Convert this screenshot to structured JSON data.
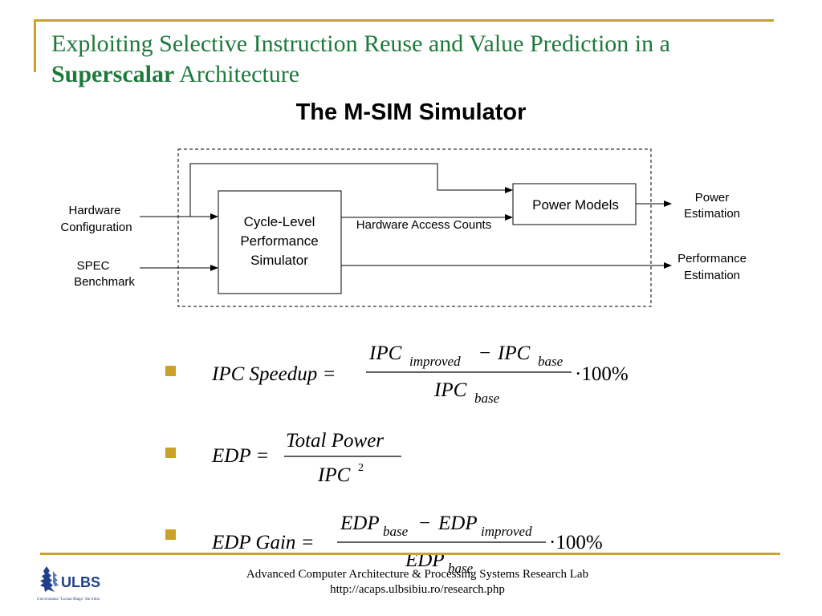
{
  "title": {
    "line1": "Exploiting Selective Instruction Reuse and Value Prediction in a",
    "line2_bold": "Superscalar",
    "line2_rest": " Architecture"
  },
  "subtitle": "The M-SIM Simulator",
  "diagram": {
    "inputs": {
      "hardware_config": [
        "Hardware",
        "Configuration"
      ],
      "spec_benchmark": [
        "SPEC",
        "Benchmark"
      ]
    },
    "simulator_box": [
      "Cycle-Level",
      "Performance",
      "Simulator"
    ],
    "power_box": "Power Models",
    "edge_label": "Hardware Access Counts",
    "outputs": {
      "power": [
        "Power",
        "Estimation"
      ],
      "performance": [
        "Performance",
        "Estimation"
      ]
    }
  },
  "formulas": {
    "ipc_speedup": {
      "lhs": "IPC Speedup =",
      "num_a": "IPC",
      "num_a_sub": "improved",
      "minus": "−",
      "num_b": "IPC",
      "num_b_sub": "base",
      "den": "IPC",
      "den_sub": "base",
      "factor": "·100%"
    },
    "edp": {
      "lhs": "EDP =",
      "num": "Total Power",
      "den": "IPC",
      "den_sup": "2"
    },
    "edp_gain": {
      "lhs": "EDP Gain =",
      "num_a": "EDP",
      "num_a_sub": "base",
      "minus": "−",
      "num_b": "EDP",
      "num_b_sub": "improved",
      "den": "EDP",
      "den_sub": "base",
      "factor": "·100%"
    }
  },
  "footer": {
    "line1": "Advanced Computer Architecture & Processing Systems Research Lab",
    "line2": "http://acaps.ulbsibiu.ro/research.php"
  },
  "logo": {
    "text": "ULBS",
    "tagline": "Universitatea \"Lucian Blaga\" din Sibiu"
  },
  "colors": {
    "title": "#1e7a3c",
    "accent": "#c9a227",
    "logo_blue": "#1f3f8a"
  }
}
